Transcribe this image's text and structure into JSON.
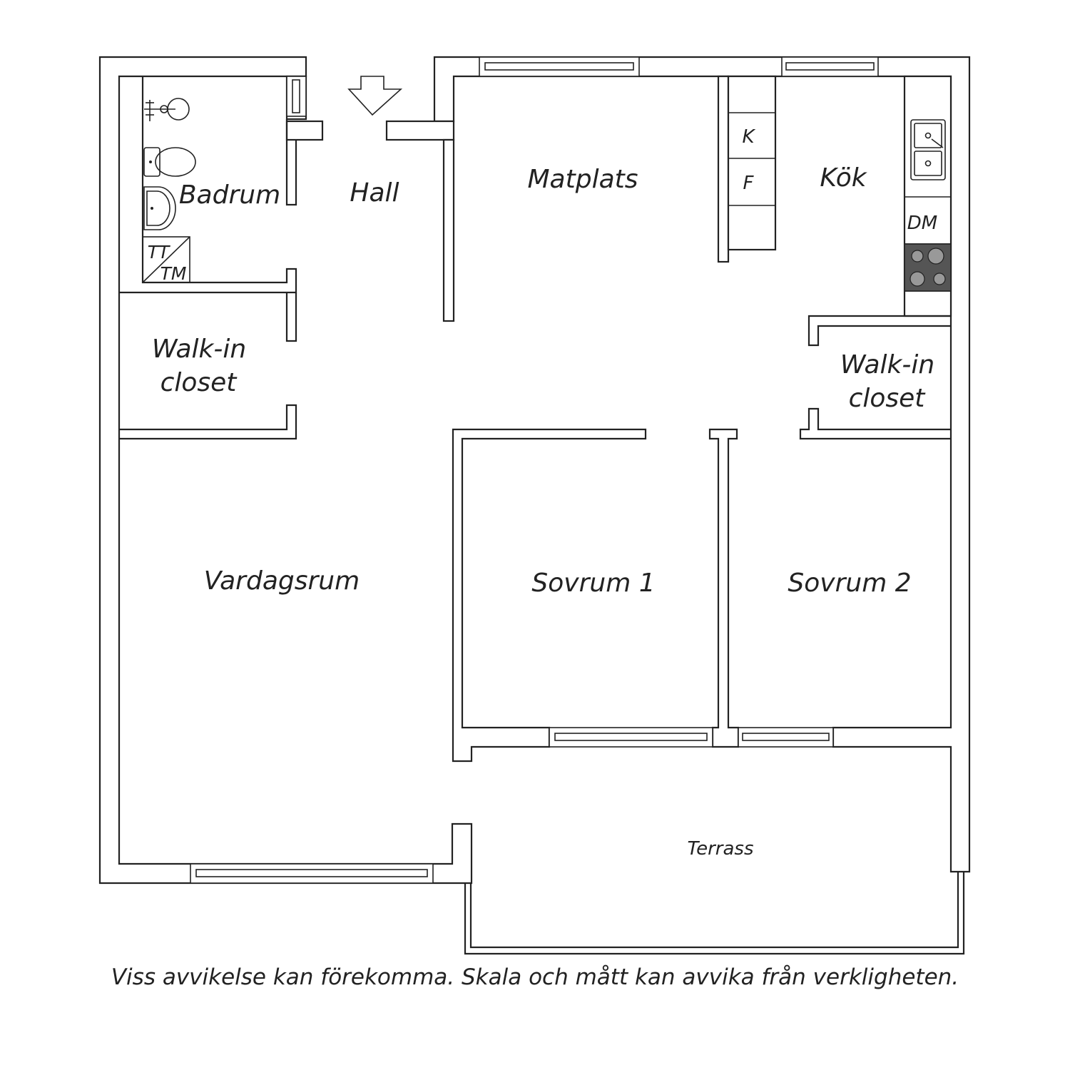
{
  "rooms": {
    "badrum": "Badrum",
    "hall": "Hall",
    "matplats": "Matplats",
    "kok": "Kök",
    "walkin_left_line1": "Walk-in",
    "walkin_left_line2": "closet",
    "walkin_right_line1": "Walk-in",
    "walkin_right_line2": "closet",
    "vardagsrum": "Vardagsrum",
    "sovrum1": "Sovrum 1",
    "sovrum2": "Sovrum 2",
    "terrass": "Terrass"
  },
  "fixtures": {
    "freezer": "K",
    "fridge": "F",
    "dishwasher": "DM",
    "dryer": "TT",
    "washer": "TM"
  },
  "icons": {
    "entrance": "entrance-arrow-icon",
    "sink": "kitchen-sink-icon",
    "stove": "stove-icon",
    "toilet": "toilet-icon",
    "basin": "basin-icon",
    "shower": "shower-icon"
  },
  "colors": {
    "line": "#222222",
    "background": "#ffffff",
    "stove": "#555555"
  },
  "disclaimer": "Viss avvikelse kan förekomma. Skala och mått kan avvika från verkligheten."
}
